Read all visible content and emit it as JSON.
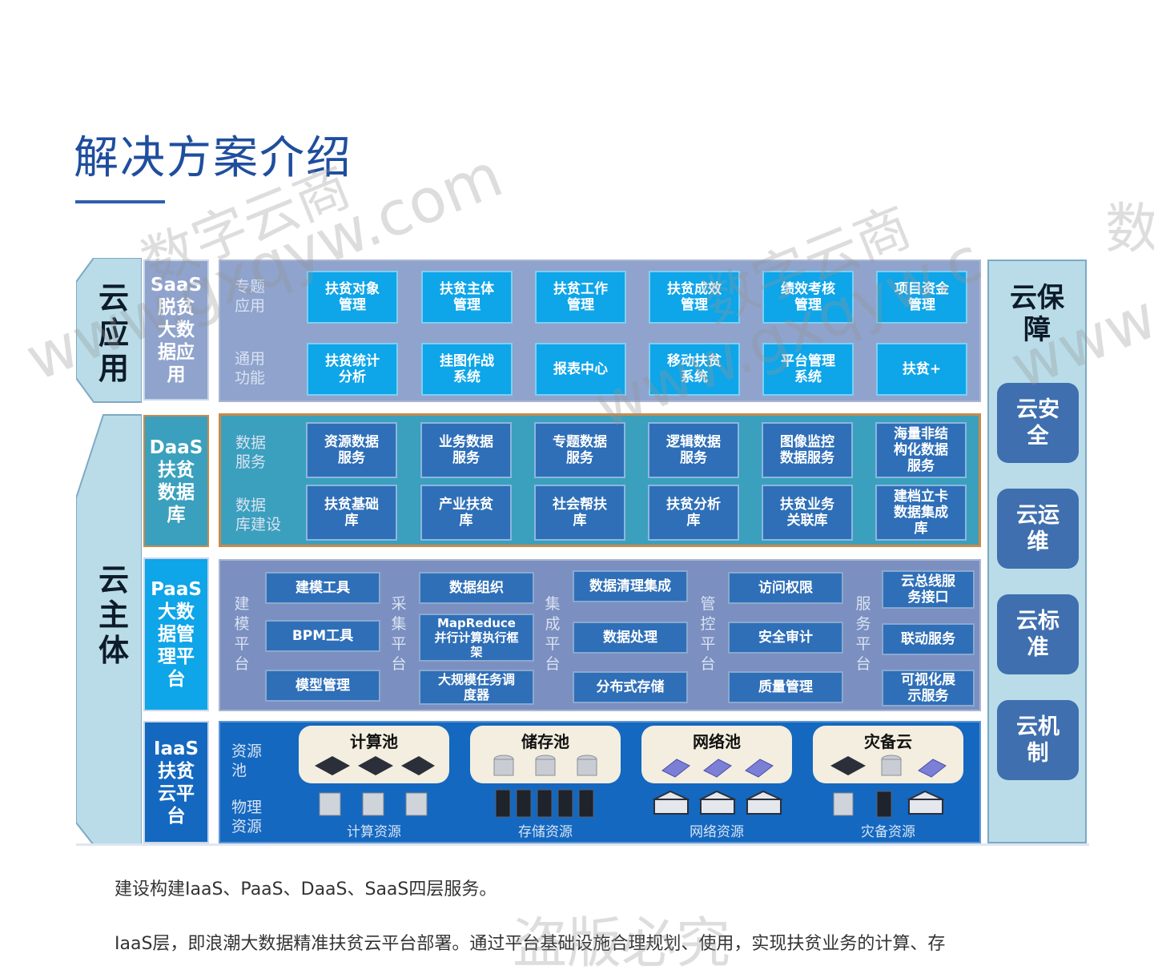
{
  "title": "解决方案介绍",
  "diagram": {
    "side_labels": {
      "cloud_app": "云\n应\n用",
      "cloud_body": "云\n主\n体"
    },
    "saas": {
      "label": "SaaS\n脱贫\n大数\n据应\n用",
      "rows": [
        {
          "label": "专题\n应用",
          "items": [
            "扶贫对象\n管理",
            "扶贫主体\n管理",
            "扶贫工作\n管理",
            "扶贫成效\n管理",
            "绩效考核\n管理",
            "项目资金\n管理"
          ]
        },
        {
          "label": "通用\n功能",
          "items": [
            "扶贫统计\n分析",
            "挂图作战\n系统",
            "报表中心",
            "移动扶贫\n系统",
            "平台管理\n系统",
            "扶贫+"
          ]
        }
      ]
    },
    "daas": {
      "label": "DaaS\n扶贫\n数据\n库",
      "rows": [
        {
          "label": "数据\n服务",
          "items": [
            "资源数据\n服务",
            "业务数据\n服务",
            "专题数据\n服务",
            "逻辑数据\n服务",
            "图像监控\n数据服务",
            "海量非结\n构化数据\n服务"
          ]
        },
        {
          "label": "数据\n库建设",
          "items": [
            "扶贫基础\n库",
            "产业扶贫\n库",
            "社会帮扶\n库",
            "扶贫分析\n库",
            "扶贫业务\n关联库",
            "建档立卡\n数据集成\n库"
          ]
        }
      ]
    },
    "paas": {
      "label": "PaaS\n大数\n据管\n理平\n台",
      "groups": [
        {
          "label": "建\n模\n平\n台",
          "items": [
            "建模工具",
            "BPM工具",
            "模型管理"
          ]
        },
        {
          "label": "采\n集\n平\n台",
          "items": [
            "数据组织",
            "MapReduce\n并行计算执行框\n架",
            "大规模任务调\n度器"
          ]
        },
        {
          "label": "集\n成\n平\n台",
          "items": [
            "数据清理集成",
            "数据处理",
            "分布式存储"
          ]
        },
        {
          "label": "管\n控\n平\n台",
          "items": [
            "访问权限",
            "安全审计",
            "质量管理"
          ]
        },
        {
          "label": "服\n务\n平\n台",
          "items": [
            "云总线服\n务接口",
            "联动服务",
            "可视化展\n示服务"
          ]
        }
      ]
    },
    "iaas": {
      "label": "IaaS\n扶贫\n云平\n台",
      "pool_row_label": "资源\n池",
      "physical_row_label": "物理\n资源",
      "pools": [
        {
          "name": "计算池",
          "resource": "计算资源"
        },
        {
          "name": "储存池",
          "resource": "存储资源"
        },
        {
          "name": "网络池",
          "resource": "网络资源"
        },
        {
          "name": "灾备云",
          "resource": "灾备资源"
        }
      ]
    },
    "guarantee": {
      "title": "云保\n障",
      "items": [
        "云安\n全",
        "云运\n维",
        "云标\n准",
        "云机\n制"
      ]
    }
  },
  "paragraphs": [
    "建设构建IaaS、PaaS、DaaS、SaaS四层服务。",
    "IaaS层，即浪潮大数据精准扶贫云平台部署。通过平台基础设施合理规划、使用，实现扶贫业务的计算、存"
  ],
  "watermarks": [
    "数字云商",
    "www.gxqyw.com",
    "数字云商",
    "www.gxqyw.c",
    "数",
    "www.gxqyw.com",
    "盗版必究"
  ],
  "colors": {
    "title": "#1f4e9e",
    "saas_panel": "#8fa3cc",
    "saas_cell": "#0ea5e9",
    "daas_panel": "#3aa0bd",
    "daas_border": "#c98a4b",
    "paas_panel": "#7b8fc0",
    "iaas_panel": "#1468bf",
    "guarantee_panel": "#b9dce8",
    "guarantee_box": "#3f6fae"
  }
}
